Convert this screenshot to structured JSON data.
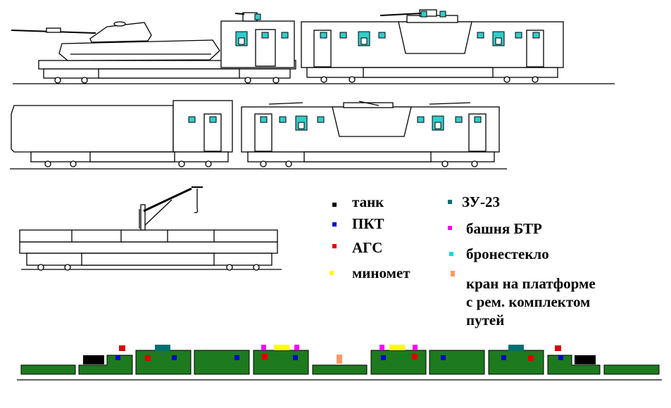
{
  "legend": {
    "items": [
      {
        "id": "tank",
        "label": "танк",
        "color": "#000000"
      },
      {
        "id": "pkt",
        "label": "ПКТ",
        "color": "#0000cc"
      },
      {
        "id": "ags",
        "label": "АГС",
        "color": "#dd0000"
      },
      {
        "id": "mortar",
        "label": "миномет",
        "color": "#ffff00"
      },
      {
        "id": "zu23",
        "label": "ЗУ-23",
        "color": "#007070"
      },
      {
        "id": "btr_turret",
        "label": "башня БТР",
        "color": "#ff00ff"
      },
      {
        "id": "armor_glass",
        "label": "бронестекло",
        "color": "#00dddd"
      }
    ],
    "crane": {
      "color": "#ff9966",
      "lines": [
        "кран на платформе",
        "с рем. комплектом",
        "путей"
      ]
    }
  },
  "colors": {
    "car_fill": "#1e7a1e",
    "outline": "#000000",
    "window": "#33cccc"
  }
}
